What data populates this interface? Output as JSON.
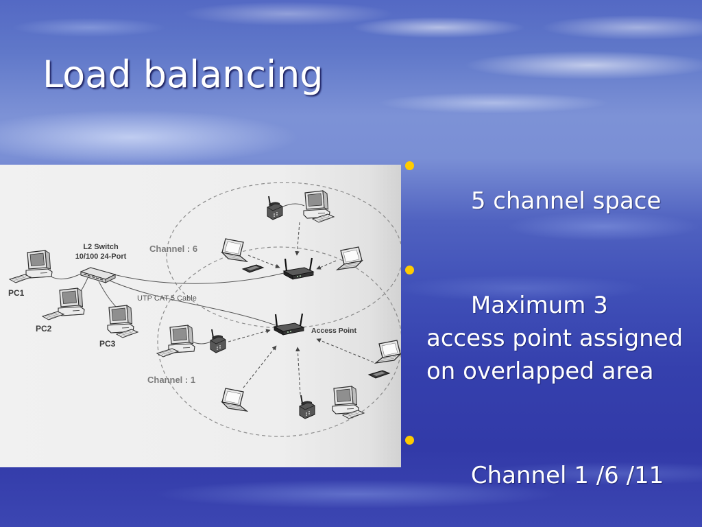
{
  "slide": {
    "title": "Load balancing",
    "bullets": [
      "5 channel space",
      "Maximum 3  access point assigned on overlapped area",
      "Channel 1 /6 /11"
    ]
  },
  "diagram": {
    "labels": {
      "switch_name": "L2 Switch",
      "switch_spec": "10/100 24-Port",
      "channel_6": "Channel : 6",
      "cable": "UTP CAT 5 Cable",
      "pc1": "PC1",
      "pc2": "PC2",
      "pc3": "PC3",
      "access_point": "Access Point",
      "channel_1": "Channel : 1"
    }
  },
  "colors": {
    "bullet": "#ffcc00",
    "title": "#ffffff",
    "text": "#ffffff"
  }
}
